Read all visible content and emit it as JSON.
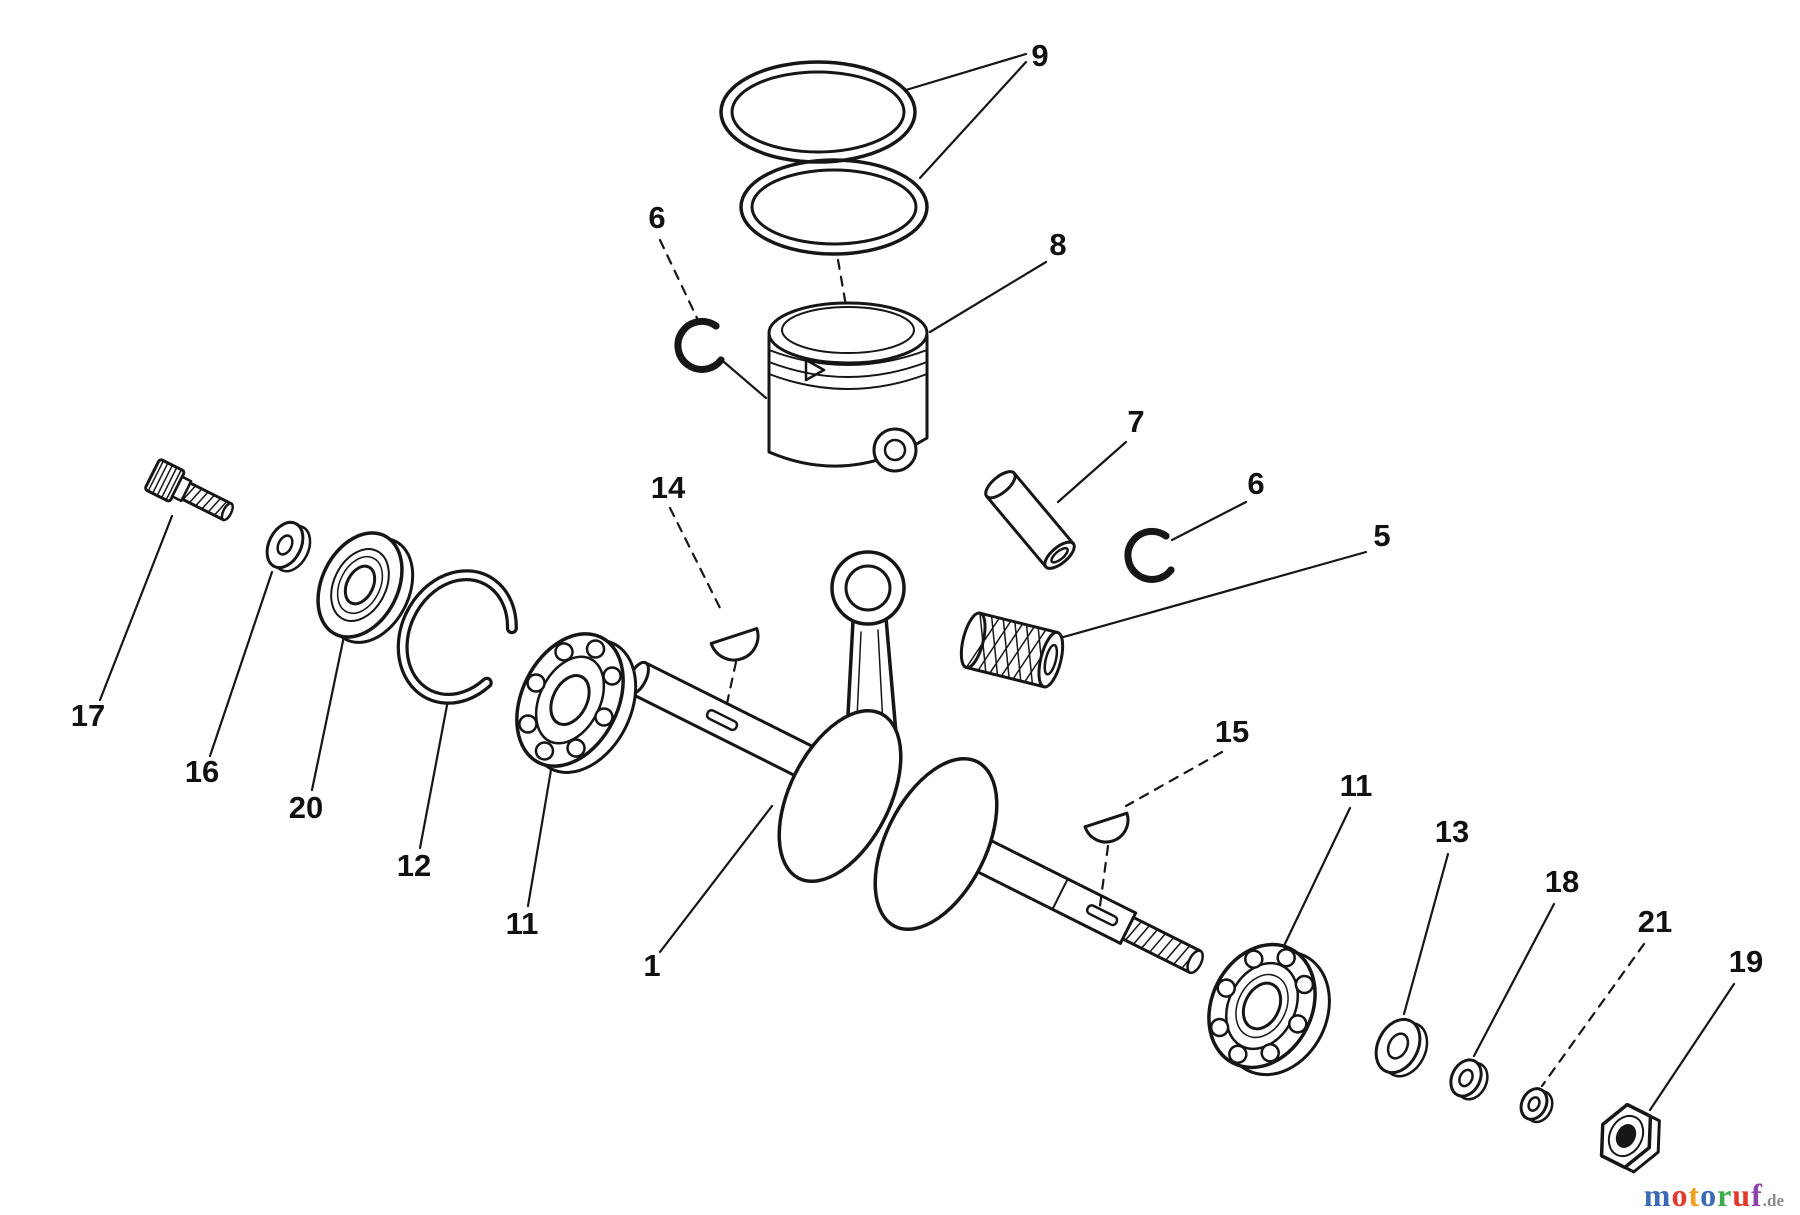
{
  "diagram": {
    "description": "Exploded parts diagram of a crankshaft and piston assembly",
    "line_color": "#161616",
    "background": "#ffffff",
    "callouts": [
      {
        "label": "9"
      },
      {
        "label": "6"
      },
      {
        "label": "8"
      },
      {
        "label": "7"
      },
      {
        "label": "6"
      },
      {
        "label": "5"
      },
      {
        "label": "14"
      },
      {
        "label": "15"
      },
      {
        "label": "11"
      },
      {
        "label": "13"
      },
      {
        "label": "18"
      },
      {
        "label": "21"
      },
      {
        "label": "19"
      },
      {
        "label": "17"
      },
      {
        "label": "16"
      },
      {
        "label": "20"
      },
      {
        "label": "12"
      },
      {
        "label": "11"
      },
      {
        "label": "1"
      }
    ]
  },
  "watermark": {
    "letters": [
      {
        "char": "m",
        "color": "#3b6bb5"
      },
      {
        "char": "o",
        "color": "#e23a2e"
      },
      {
        "char": "t",
        "color": "#f0a020"
      },
      {
        "char": "o",
        "color": "#3b6bb5"
      },
      {
        "char": "r",
        "color": "#3faa4c"
      },
      {
        "char": "u",
        "color": "#e23a2e"
      },
      {
        "char": "f",
        "color": "#8e44ad"
      }
    ],
    "suffix": ".de",
    "suffix_color": "#8a8a8a"
  }
}
